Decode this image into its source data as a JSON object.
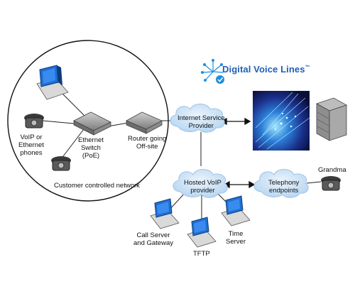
{
  "brand": {
    "name": "Digital Voice Lines",
    "trademark": "™",
    "color": "#1f5fb5",
    "icon": "dandelion-check-icon"
  },
  "network_boundary_label": "Customer controlled network",
  "nodes": {
    "voip_phones": {
      "label_lines": [
        "VoIP or",
        "Ethernet",
        "phones"
      ],
      "icon": "telephone-icon"
    },
    "ethernet_switch": {
      "label_lines": [
        "Ethernet",
        "Switch",
        "(PoE)"
      ],
      "icon": "network-switch-icon"
    },
    "router": {
      "label_lines": [
        "Router going",
        "Off-site"
      ],
      "icon": "router-icon"
    },
    "isp": {
      "label_lines": [
        "Internet Service",
        "Provider"
      ],
      "icon": "cloud-icon"
    },
    "hosted_voip": {
      "label_lines": [
        "Hosted VoIP",
        "provider"
      ],
      "icon": "cloud-icon"
    },
    "telephony_endpoints": {
      "label_lines": [
        "Telephony",
        "endpoints"
      ],
      "icon": "cloud-icon"
    },
    "grandma": {
      "label_lines": [
        "Grandma"
      ],
      "icon": "telephone-icon"
    },
    "call_server": {
      "label_lines": [
        "Call Server",
        "and Gateway"
      ],
      "icon": "computer-icon"
    },
    "tftp": {
      "label_lines": [
        "TFTP"
      ],
      "icon": "computer-icon"
    },
    "time_server": {
      "label_lines": [
        "Time",
        "Server"
      ],
      "icon": "computer-icon"
    },
    "fiber": {
      "icon": "fiber-optic-image"
    },
    "server_rack": {
      "icon": "server-rack-icon"
    },
    "workstation": {
      "icon": "computer-icon"
    }
  },
  "colors": {
    "cloud_fill": "#cfe4f7",
    "cloud_stroke": "#9fc3e6",
    "monitor_blue": "#1f6fd0",
    "device_gray": "#9a9a9a",
    "line": "#222222"
  }
}
